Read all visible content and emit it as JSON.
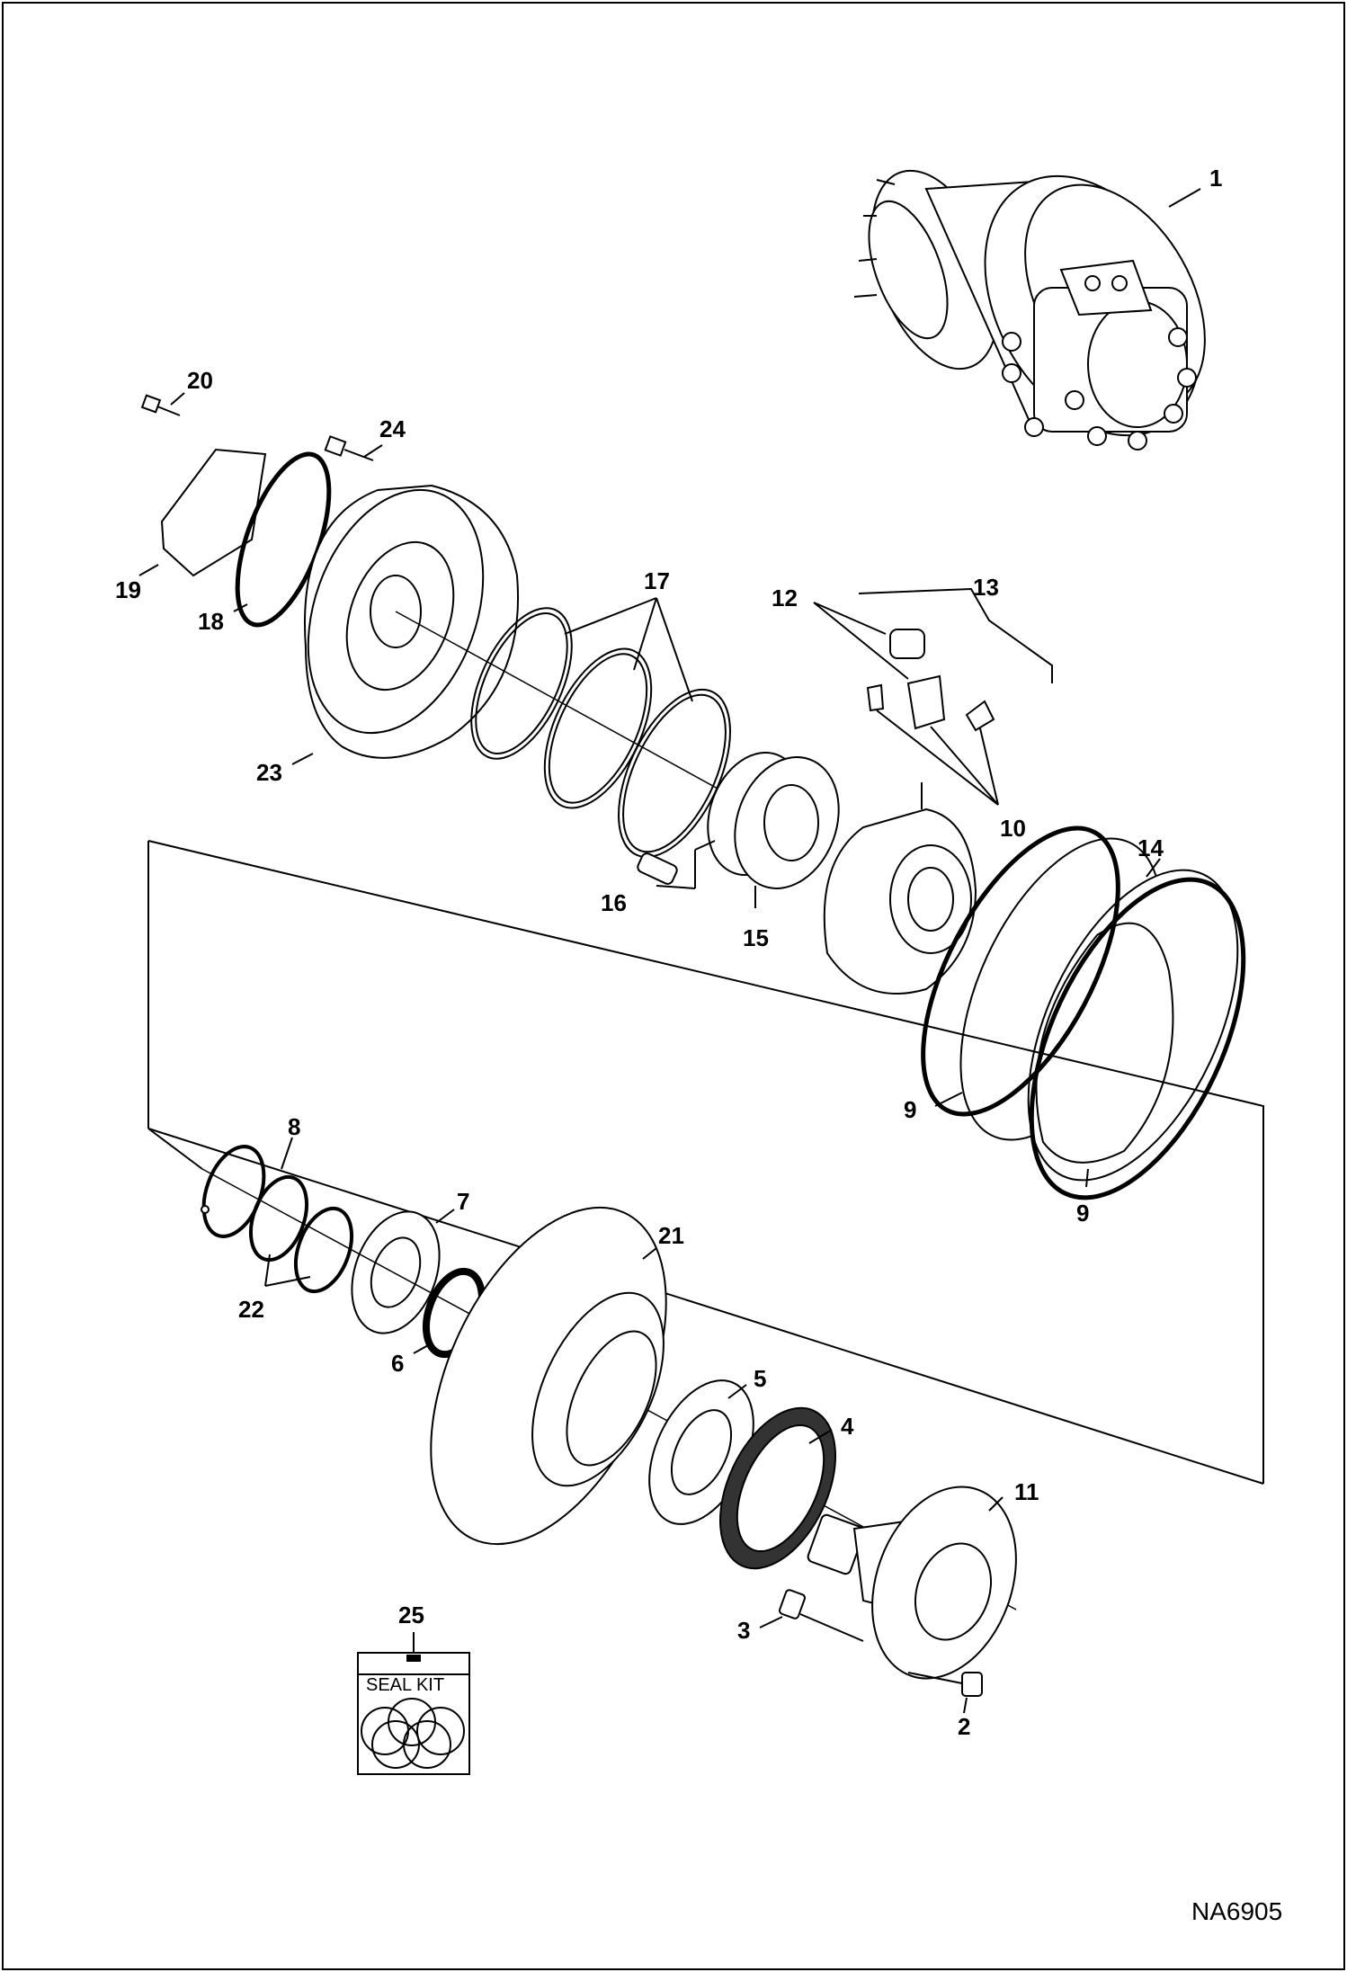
{
  "drawing_code": "NA6905",
  "seal_kit_label": "SEAL KIT",
  "callouts": {
    "p1": "1",
    "p2": "2",
    "p3": "3",
    "p4": "4",
    "p5": "5",
    "p6": "6",
    "p7": "7",
    "p8": "8",
    "p9a": "9",
    "p9b": "9",
    "p10": "10",
    "p11": "11",
    "p12": "12",
    "p13": "13",
    "p14": "14",
    "p15": "15",
    "p16": "16",
    "p17": "17",
    "p18": "18",
    "p19": "19",
    "p20": "20",
    "p21": "21",
    "p22": "22",
    "p23": "23",
    "p24": "24",
    "p25": "25"
  }
}
